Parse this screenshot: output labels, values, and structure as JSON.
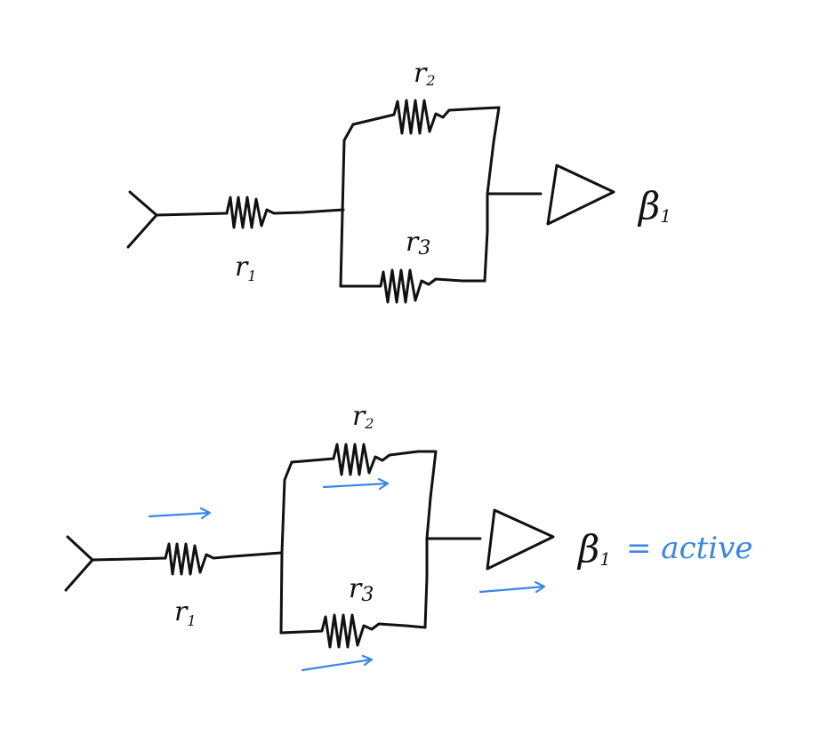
{
  "colors": {
    "ink": "#111111",
    "annotation": "#3a86e6",
    "background": "#ffffff"
  },
  "diagram_top": {
    "r1": "r",
    "r1_sub": "1",
    "r2": "r",
    "r2_sub": "2",
    "r3": "r",
    "r3_sub": "3",
    "output": "β",
    "output_sub": "1"
  },
  "diagram_bottom": {
    "r1": "r",
    "r1_sub": "1",
    "r2": "r",
    "r2_sub": "2",
    "r3": "r",
    "r3_sub": "3",
    "output": "β",
    "output_sub": "1",
    "annotation": "= active"
  }
}
